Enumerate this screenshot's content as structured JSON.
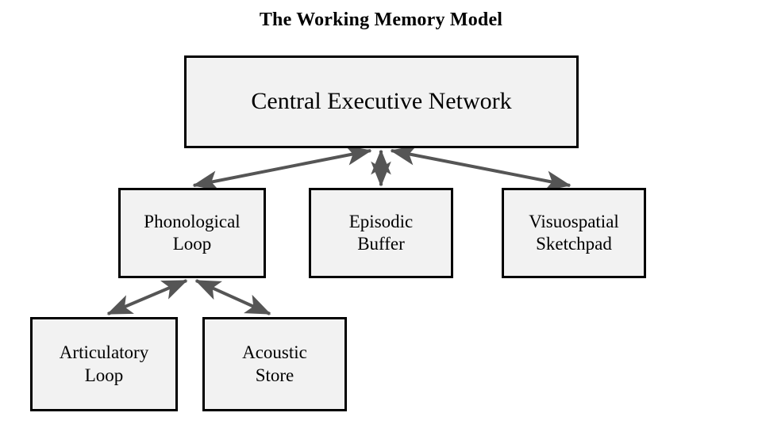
{
  "diagram": {
    "title": "The Working Memory Model",
    "background_color": "#ffffff",
    "node_fill_color": "#f2f2f2",
    "node_border_color": "#000000",
    "edge_color": "#555555",
    "text_color": "#000000",
    "nodes": [
      {
        "id": "central-executive",
        "label": "Central Executive Network",
        "level": 1
      },
      {
        "id": "phonological-loop",
        "label": "Phonological\nLoop",
        "level": 2
      },
      {
        "id": "episodic-buffer",
        "label": "Episodic\nBuffer",
        "level": 2
      },
      {
        "id": "visuospatial-sketchpad",
        "label": "Visuospatial\nSketchpad",
        "level": 2
      },
      {
        "id": "articulatory-loop",
        "label": "Articulatory\nLoop",
        "level": 3
      },
      {
        "id": "acoustic-store",
        "label": "Acoustic\nStore",
        "level": 3
      }
    ],
    "edges": [
      {
        "id": "edge-ce-phonological",
        "from": "central-executive",
        "to": "phonological-loop",
        "arrow": "double"
      },
      {
        "id": "edge-ce-episodic",
        "from": "central-executive",
        "to": "episodic-buffer",
        "arrow": "double"
      },
      {
        "id": "edge-ce-visuospatial",
        "from": "central-executive",
        "to": "visuospatial-sketchpad",
        "arrow": "double"
      },
      {
        "id": "edge-phonological-articulatory",
        "from": "phonological-loop",
        "to": "articulatory-loop",
        "arrow": "double"
      },
      {
        "id": "edge-phonological-acoustic",
        "from": "phonological-loop",
        "to": "acoustic-store",
        "arrow": "double"
      }
    ]
  }
}
